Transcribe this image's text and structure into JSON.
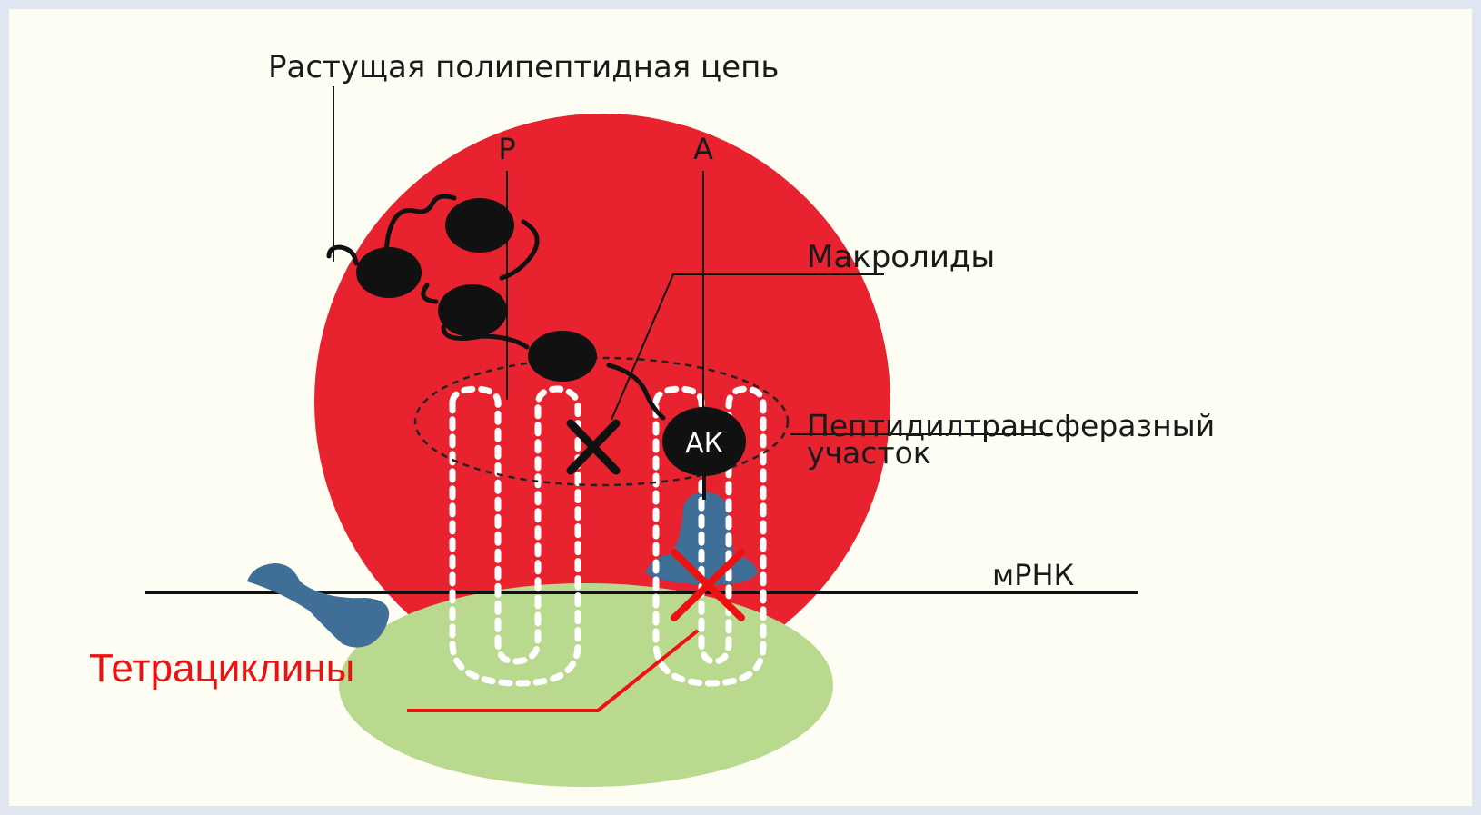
{
  "diagram": {
    "label_chain": "Растущая полипептидная цепь",
    "label_p_site": "P",
    "label_a_site": "A",
    "label_macrolides": "Макролиды",
    "label_peptidyl_1": "Пептидилтрансферазный",
    "label_peptidyl_2": "участок",
    "label_amino_acid": "АК",
    "label_mrna": "мРНК",
    "label_tetracyclines": "Тетрациклины"
  },
  "colors": {
    "large_subunit": "#e8232f",
    "small_subunit": "#b9d98f",
    "trna": "#3f6f96",
    "block_mark": "#ee1111",
    "ink": "#111111"
  }
}
